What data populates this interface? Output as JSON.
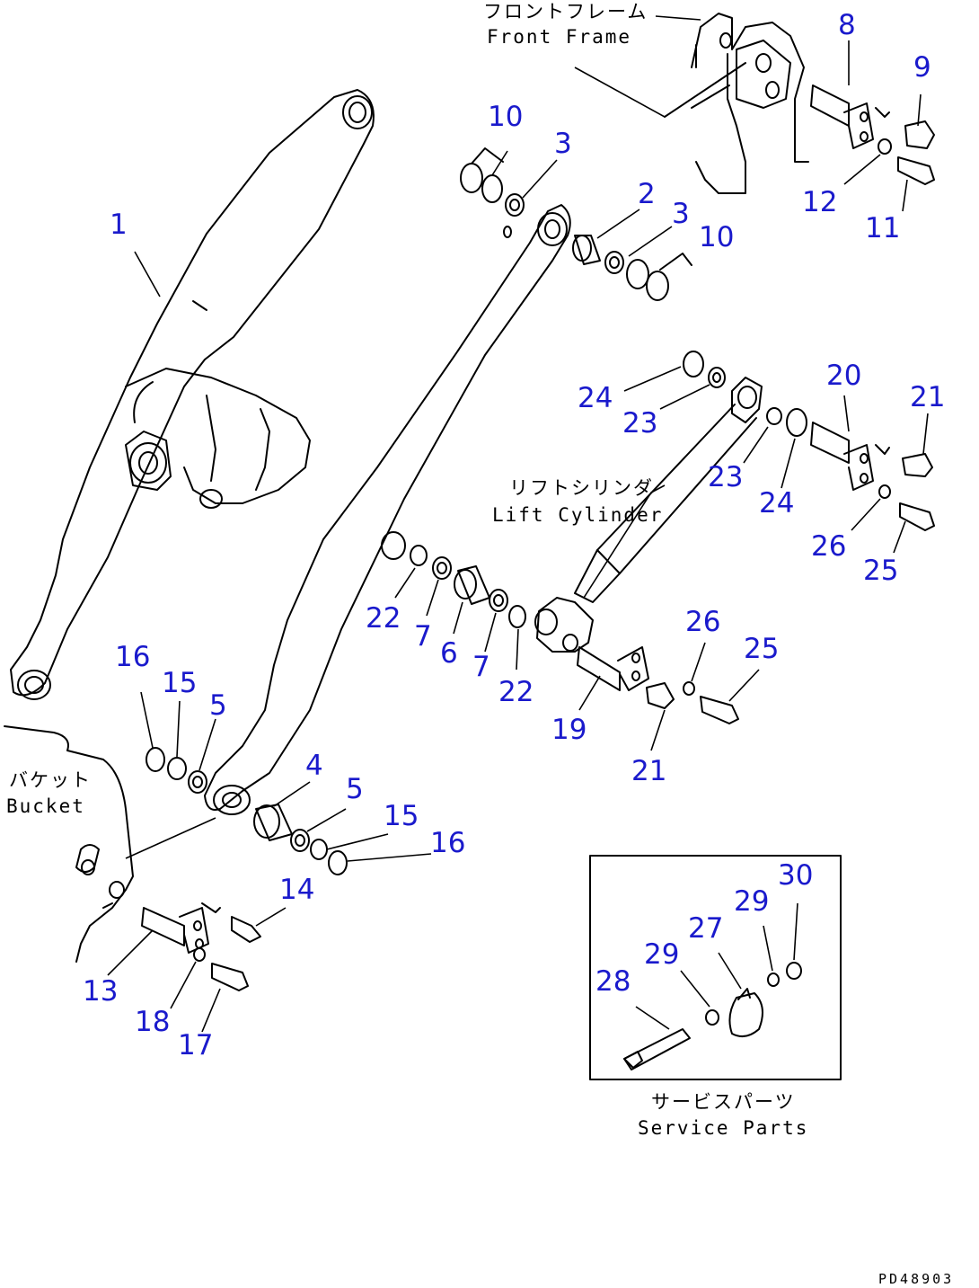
{
  "labels": {
    "front_frame_jp": "フロントフレーム",
    "front_frame_en": "Front Frame",
    "lift_cylinder_jp": "リフトシリンダ",
    "lift_cylinder_en": "Lift Cylinder",
    "bucket_jp": "バケット",
    "bucket_en": "Bucket",
    "service_parts_jp": "サービスパーツ",
    "service_parts_en": "Service Parts",
    "drawing_code": "PD48903"
  },
  "callouts": [
    "1",
    "2",
    "3",
    "3",
    "4",
    "5",
    "5",
    "6",
    "7",
    "7",
    "8",
    "9",
    "10",
    "10",
    "11",
    "12",
    "13",
    "14",
    "15",
    "15",
    "16",
    "16",
    "17",
    "18",
    "19",
    "20",
    "21",
    "21",
    "22",
    "22",
    "23",
    "23",
    "24",
    "24",
    "25",
    "25",
    "26",
    "26",
    "27",
    "28",
    "29",
    "29",
    "30"
  ],
  "colors": {
    "callout": "#1a1acc",
    "line": "#000000"
  }
}
